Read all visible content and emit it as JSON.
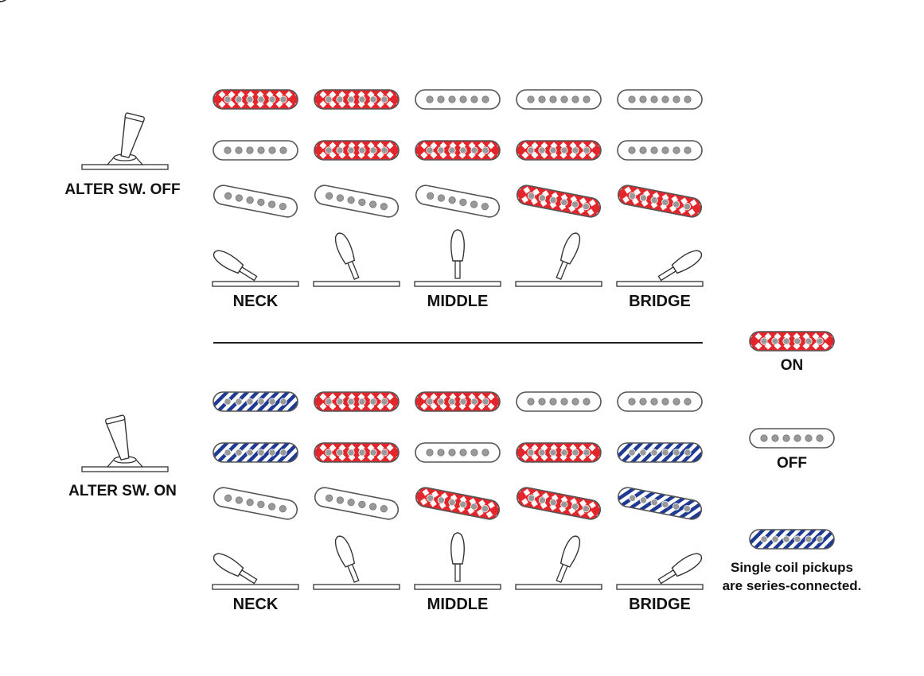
{
  "colors": {
    "on": "#e3262b",
    "series": "#1f3a93",
    "outline": "#555555",
    "pole": "#999999",
    "divider": "#222222"
  },
  "icons": {
    "pickup": "single-coil-pickup-icon",
    "switch": "lever-switch-icon",
    "toggle": "toggle-switch-icon"
  },
  "sections": [
    {
      "alter_label": "ALTER SW. OFF",
      "alter_state": "off",
      "position_labels": [
        "NECK",
        "",
        "MIDDLE",
        "",
        "BRIDGE"
      ],
      "switch_positions": [
        "neck",
        "neck-middle",
        "middle",
        "middle-bridge",
        "bridge"
      ],
      "pickups": {
        "neck": [
          "on",
          "on",
          "off",
          "off",
          "off"
        ],
        "middle": [
          "off",
          "on",
          "on",
          "on",
          "off"
        ],
        "bridge": [
          "off",
          "off",
          "off",
          "on",
          "on"
        ]
      }
    },
    {
      "alter_label": "ALTER SW. ON",
      "alter_state": "on",
      "position_labels": [
        "NECK",
        "",
        "MIDDLE",
        "",
        "BRIDGE"
      ],
      "switch_positions": [
        "neck",
        "neck-middle",
        "middle",
        "middle-bridge",
        "bridge"
      ],
      "pickups": {
        "neck": [
          "series",
          "on",
          "on",
          "off",
          "off"
        ],
        "middle": [
          "series",
          "on",
          "off",
          "on",
          "series"
        ],
        "bridge": [
          "off",
          "off",
          "on",
          "on",
          "series"
        ]
      }
    }
  ],
  "legend": [
    {
      "state": "on",
      "label": "ON"
    },
    {
      "state": "off",
      "label": "OFF"
    },
    {
      "state": "series",
      "label_lines": [
        "Single coil pickups",
        "are series-connected."
      ]
    }
  ]
}
